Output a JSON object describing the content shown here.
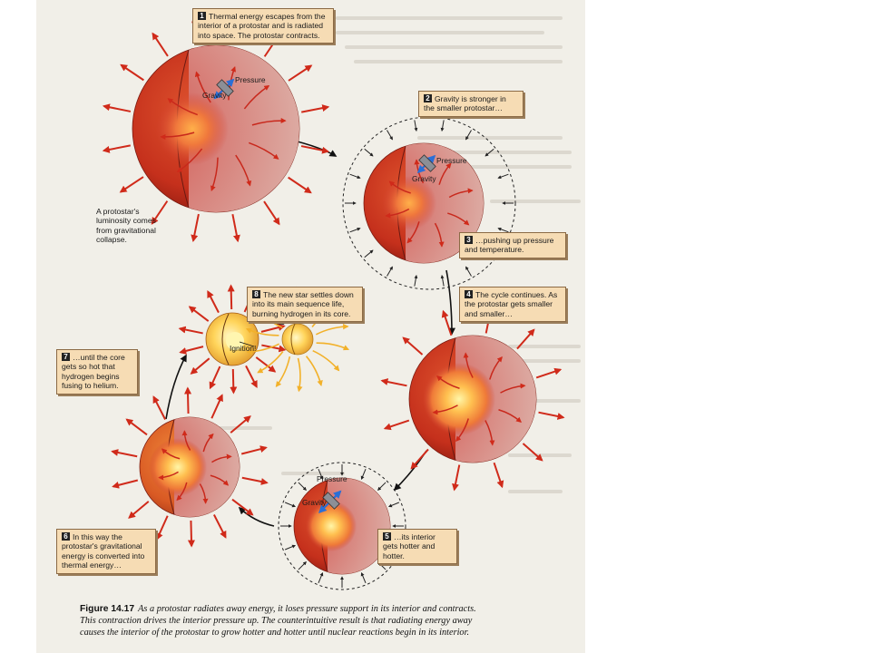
{
  "callouts": [
    {
      "num": "1",
      "text": "Thermal energy escapes from the interior of a protostar and is radiated into space. The protostar contracts."
    },
    {
      "num": "2",
      "text": "Gravity is stronger in the smaller protostar…"
    },
    {
      "num": "3",
      "text": "…pushing up pressure and temperature."
    },
    {
      "num": "4",
      "text": "The cycle continues. As the protostar gets smaller and smaller…"
    },
    {
      "num": "5",
      "text": "…its interior gets hotter and hotter."
    },
    {
      "num": "6",
      "text": "In this way the protostar's gravitational energy is converted into thermal energy…"
    },
    {
      "num": "7",
      "text": "…until the core gets so hot that hydrogen begins fusing to helium."
    },
    {
      "num": "8",
      "text": "The new star settles down into its main sequence life, burning hydrogen in its core."
    }
  ],
  "luminosity_note": "A protostar's luminosity comes from gravitational collapse.",
  "labels": {
    "pressure": "Pressure",
    "gravity": "Gravity",
    "ignition": "Ignition!"
  },
  "caption": {
    "figure": "Figure 14.17",
    "text": "As a protostar radiates away energy, it loses pressure support in its interior and contracts. This contraction drives the interior pressure up. The counterintuitive result is that radiating energy away causes the interior of the protostar to grow hotter and hotter until nuclear reactions begin in its interior."
  },
  "colors": {
    "paper": "#f1efe8",
    "callout_fill": "#f6dcb4",
    "sphere_red": "#c8321e",
    "sphere_inner": "#d9a09a",
    "arrow_red": "#d02a1a",
    "core_yellow": "#ffe070",
    "vector_blue": "#2a6fd6"
  }
}
